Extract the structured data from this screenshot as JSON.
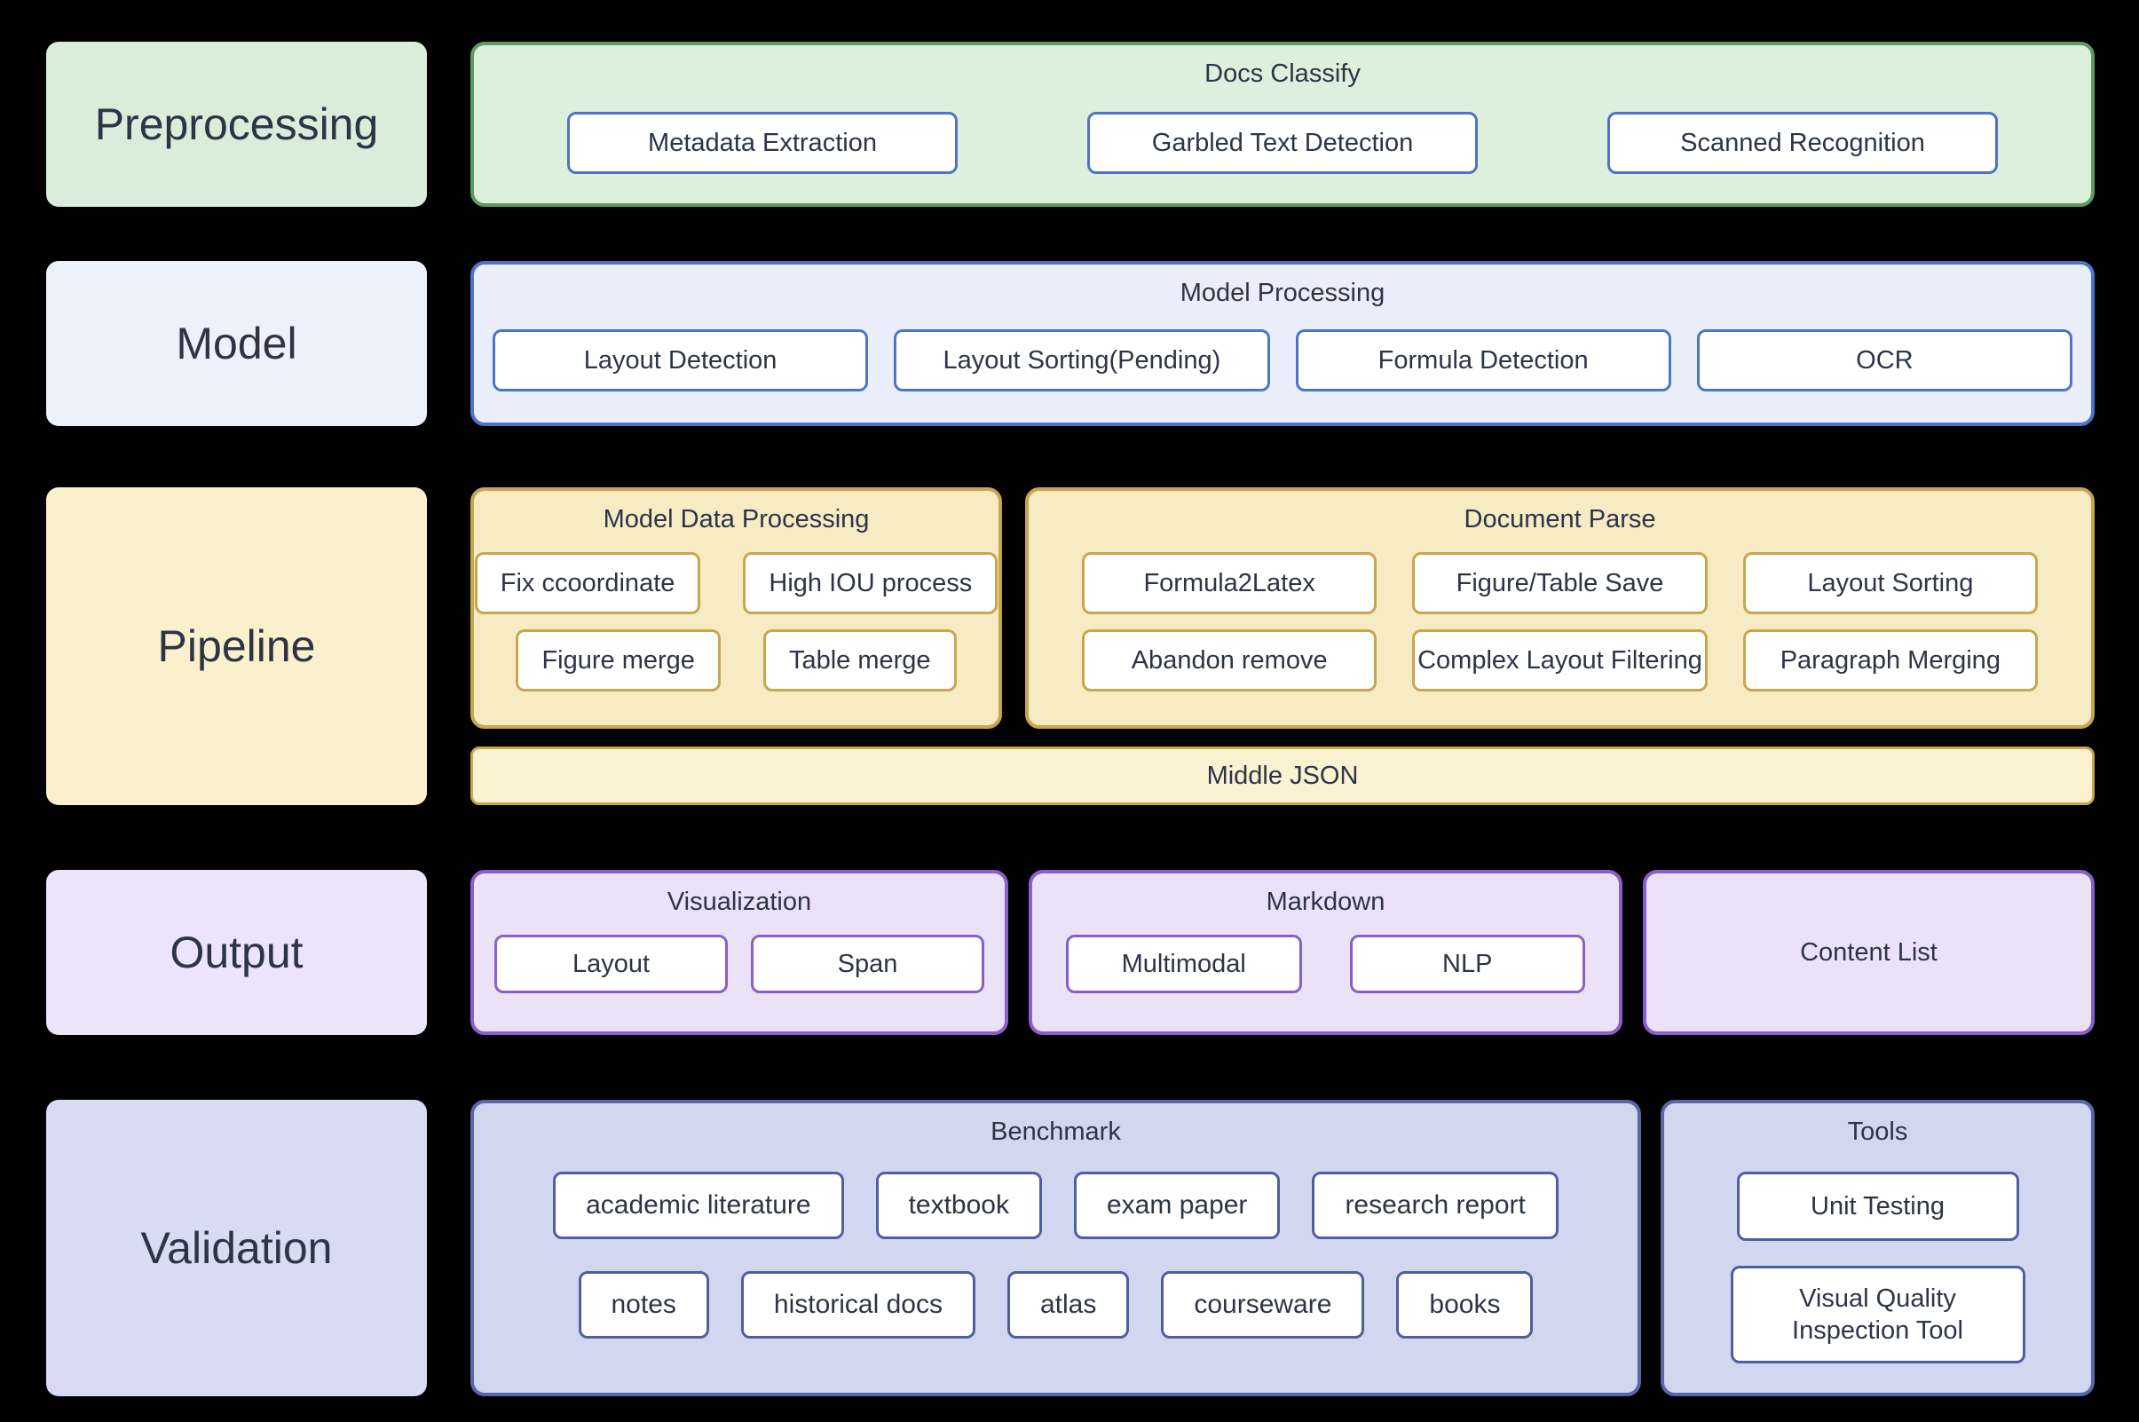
{
  "palette": {
    "background": "#000000",
    "text": "#2c3446",
    "green_fill": "#ddefdd",
    "green_border": "#5d9b63",
    "green_label": "#d9edda",
    "blue_fill": "#e9eefa",
    "blue_border": "#4f73c5",
    "blue_label": "#edf1fa",
    "yellow_fill": "#f7ebc4",
    "yellow_border": "#c7a64e",
    "yellow_label": "#faf0cc",
    "middle_json_fill": "#fbf2d2",
    "purple_fill": "#ebe2f8",
    "purple_border": "#8a5ecb",
    "purple_label": "#ece4f9",
    "periwinkle_fill": "#d2d7f0",
    "periwinkle_border": "#5767a8",
    "indigo_button_border": "#4f5f9e",
    "node_fill": "#ffffff"
  },
  "stages": {
    "preprocessing": {
      "label": "Preprocessing",
      "docs_classify": {
        "title": "Docs Classify",
        "buttons": [
          "Metadata Extraction",
          "Garbled Text Detection",
          "Scanned Recognition"
        ]
      }
    },
    "model": {
      "label": "Model",
      "model_processing": {
        "title": "Model Processing",
        "buttons": [
          "Layout Detection",
          "Layout Sorting(Pending)",
          "Formula Detection",
          "OCR"
        ]
      }
    },
    "pipeline": {
      "label": "Pipeline",
      "model_data_processing": {
        "title": "Model Data Processing",
        "rows": [
          [
            "Fix ccoordinate",
            "High IOU process"
          ],
          [
            "Figure merge",
            "Table merge"
          ]
        ]
      },
      "document_parse": {
        "title": "Document Parse",
        "rows": [
          [
            "Formula2Latex",
            "Figure/Table Save",
            "Layout Sorting"
          ],
          [
            "Abandon remove",
            "Complex Layout Filtering",
            "Paragraph Merging"
          ]
        ]
      },
      "middle_json": "Middle JSON"
    },
    "output": {
      "label": "Output",
      "visualization": {
        "title": "Visualization",
        "buttons": [
          "Layout",
          "Span"
        ]
      },
      "markdown": {
        "title": "Markdown",
        "buttons": [
          "Multimodal",
          "NLP"
        ]
      },
      "content_list": {
        "title": "Content List"
      }
    },
    "validation": {
      "label": "Validation",
      "benchmark": {
        "title": "Benchmark",
        "rows": [
          [
            "academic literature",
            "textbook",
            "exam paper",
            "research report"
          ],
          [
            "notes",
            "historical docs",
            "atlas",
            "courseware",
            "books"
          ]
        ]
      },
      "tools": {
        "title": "Tools",
        "buttons": [
          "Unit Testing",
          "Visual Quality Inspection Tool"
        ]
      }
    }
  }
}
